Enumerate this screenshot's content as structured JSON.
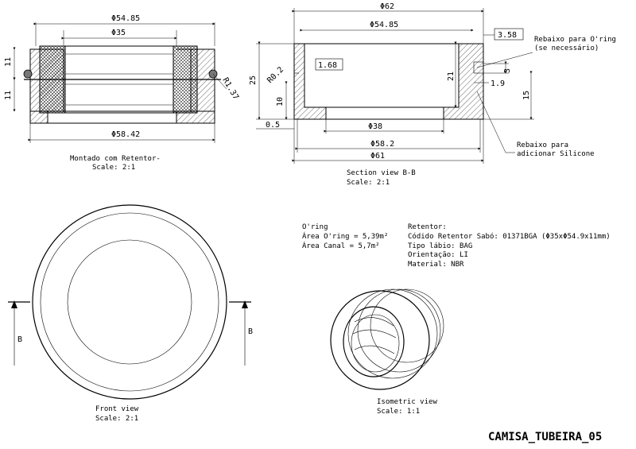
{
  "sheet_title": "CAMISA_TUBEIRA_05",
  "assembled_view": {
    "caption": "Montado com Retentor-",
    "scale": "Scale:  2:1",
    "dims": {
      "top_diameter": "Φ54.85",
      "inner_diameter": "Φ35",
      "bottom_diameter": "Φ58.42",
      "radius": "R1.37",
      "left_upper": "11",
      "left_lower": "11"
    }
  },
  "section_view": {
    "caption": "Section view B-B",
    "scale": "Scale:  2:1",
    "dims": {
      "phi62": "Φ62",
      "phi54_85": "Φ54.85",
      "d3_58": "3.58",
      "r0_2": "R0.2",
      "d1_68": "1.68",
      "d25": "25",
      "d21": "21",
      "d10": "10",
      "d0_5": "0.5",
      "d3": "3",
      "d1_9": "1.9",
      "d15": "15",
      "phi38": "Φ38",
      "phi58_2": "Φ58.2",
      "phi61": "Φ61"
    },
    "notes": {
      "oring_groove_line1": "Rebaixo para O'ring",
      "oring_groove_line2": "(se necessário)",
      "silicone_line1": "Rebaixo para",
      "silicone_line2": "adicionar Silicone"
    }
  },
  "front_view": {
    "caption": "Front view",
    "scale": "Scale:  2:1",
    "section_label_left": "B",
    "section_label_right": "B"
  },
  "oring_info": {
    "heading": "O'ring",
    "area_oring": "Área O'ring = 5,39m²",
    "area_channel": "Área Canal = 5,7m²"
  },
  "retainer_info": {
    "heading": "Retentor:",
    "code": "Códido Retentor Sabó: 01371BGA (Φ35xΦ54.9x11mm)",
    "lip_type": "Tipo lábio: BAG",
    "orientation": "Orientação: LI",
    "material": "Material: NBR"
  },
  "isometric_view": {
    "caption": "Isometric view",
    "scale": "Scale:  1:1"
  }
}
